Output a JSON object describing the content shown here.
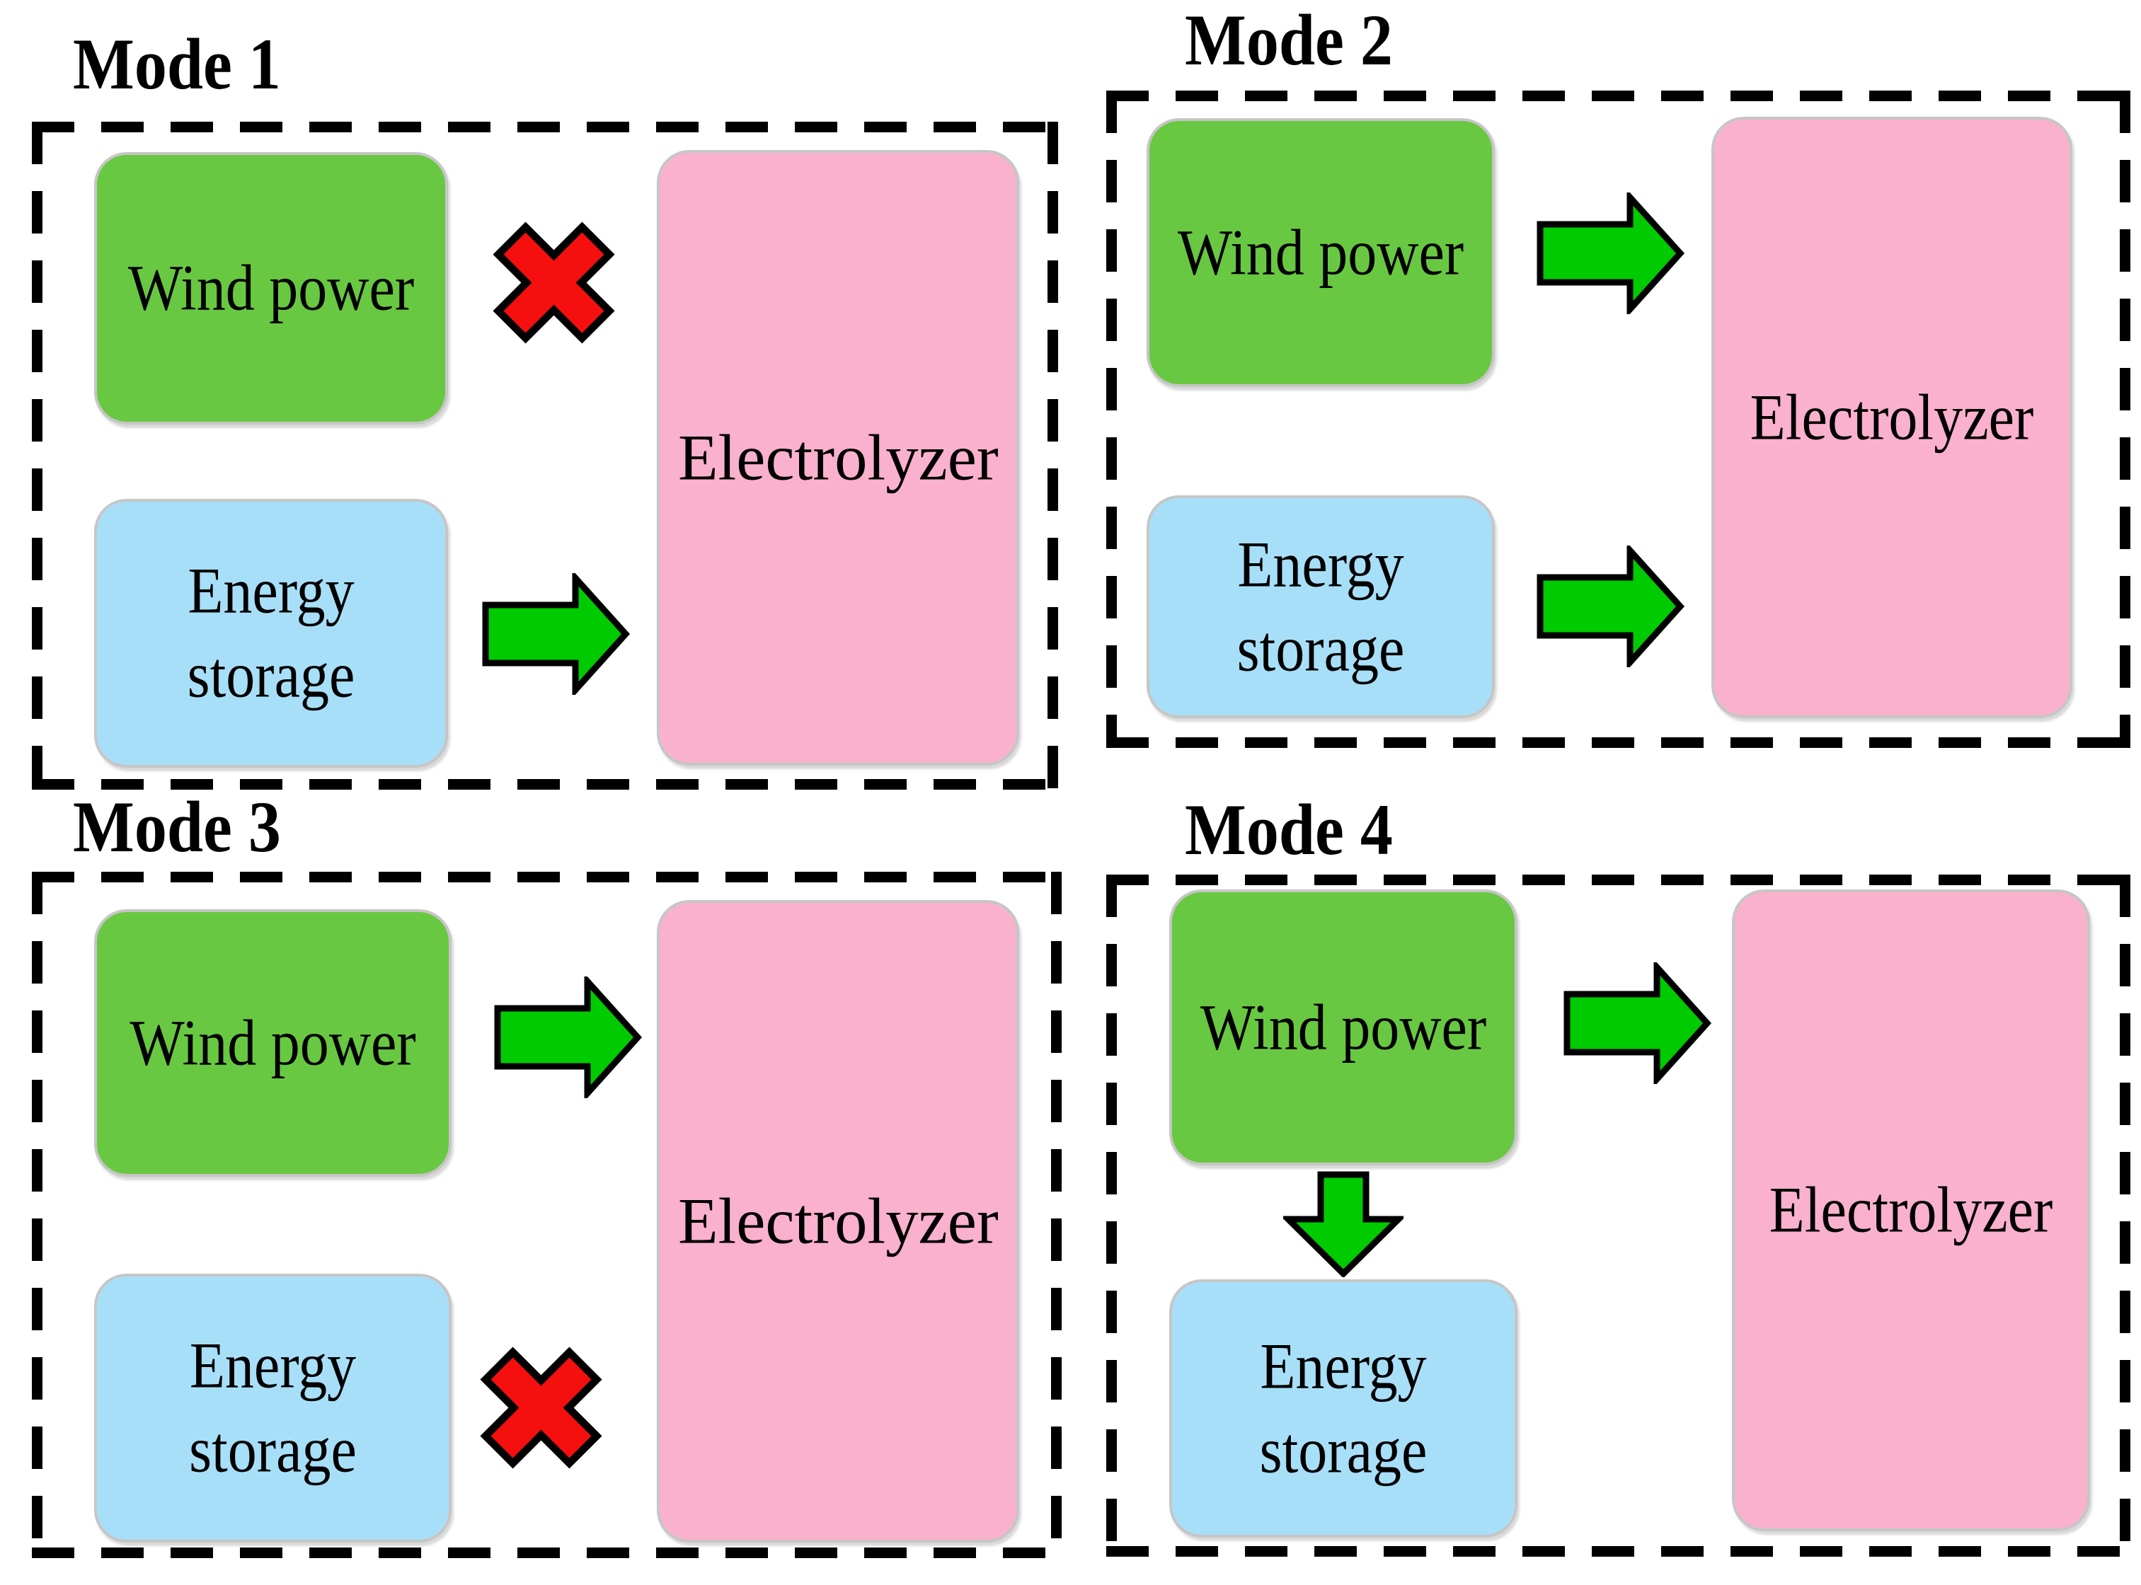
{
  "diagram": {
    "description": "Four operating modes of a wind-powered hydrogen system",
    "colors": {
      "background": "#ffffff",
      "wind_box": "#69C841",
      "storage_box": "#A8DFF8",
      "electrolyzer_box": "#FAB1CD",
      "flow_arrow_green": "#00CB00",
      "blocked_x_red": "#F60F0F",
      "node_border_gray": "#C6C6C6",
      "dashed_border": "#000000"
    },
    "modes": {
      "m1": {
        "title": "Mode 1",
        "wind_label": "Wind power",
        "storage_label": "Energy storage",
        "electrolyzer_label": "Electrolyzer",
        "links": {
          "wind_to_electrolyzer": "blocked",
          "storage_to_electrolyzer": "flow"
        }
      },
      "m2": {
        "title": "Mode 2",
        "wind_label": "Wind power",
        "storage_label": "Energy storage",
        "electrolyzer_label": "Electrolyzer",
        "links": {
          "wind_to_electrolyzer": "flow",
          "storage_to_electrolyzer": "flow"
        }
      },
      "m3": {
        "title": "Mode 3",
        "wind_label": "Wind power",
        "storage_label": "Energy storage",
        "electrolyzer_label": "Electrolyzer",
        "links": {
          "wind_to_electrolyzer": "flow",
          "storage_to_electrolyzer": "blocked"
        }
      },
      "m4": {
        "title": "Mode 4",
        "wind_label": "Wind power",
        "storage_label": "Energy storage",
        "electrolyzer_label": "Electrolyzer",
        "links": {
          "wind_to_electrolyzer": "flow",
          "wind_to_storage": "flow"
        }
      }
    }
  }
}
